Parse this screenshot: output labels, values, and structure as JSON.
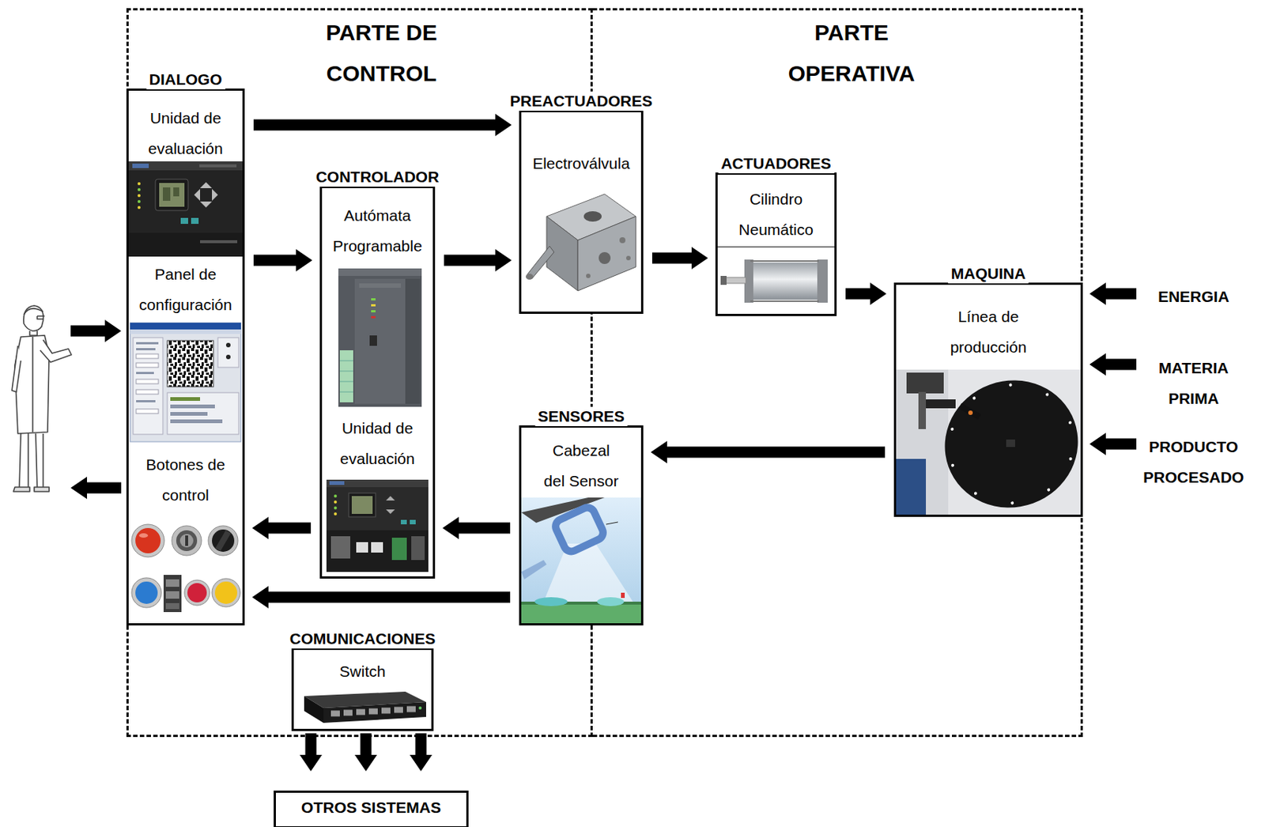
{
  "diagram": {
    "nodes": [
      {
        "text": [
          "PARTE DE CONTROL"
        ]
      },
      {
        "text": [
          "PARTE OPERATIVA"
        ]
      },
      {
        "text": [
          "DIALOGO",
          "Unidad de evaluación",
          "Panel de configuración",
          "Botones de control"
        ],
        "in": 0
      },
      {
        "text": [
          "CONTROLADOR",
          "Autómata Programable",
          "Unidad de evaluación"
        ],
        "in": 0
      },
      {
        "text": [
          "PREACTUADORES",
          "Electroválvula"
        ]
      },
      {
        "text": [
          "ACTUADORES",
          "Cilindro Neumático"
        ],
        "in": 1
      },
      {
        "text": [
          "MAQUINA",
          "Línea de producción"
        ],
        "in": 1
      },
      {
        "text": [
          "SENSORES",
          "Cabezal del Sensor"
        ]
      },
      {
        "text": [
          "COMUNICACIONES",
          "Switch"
        ],
        "in": 0
      },
      {
        "text": [
          "OTROS SISTEMAS"
        ]
      }
    ],
    "edges": [
      {
        "from": 2,
        "to": 4,
        "arrow": "to"
      },
      {
        "from": 2,
        "to": 3,
        "arrow": "to"
      },
      {
        "from": 3,
        "to": 4,
        "arrow": "to"
      },
      {
        "from": 4,
        "to": 5,
        "arrow": "to"
      },
      {
        "from": 5,
        "to": 6,
        "arrow": "to"
      },
      {
        "from": 6,
        "to": 7,
        "arrow": "to"
      },
      {
        "from": 7,
        "to": 3,
        "arrow": "to"
      },
      {
        "from": 3,
        "to": 2,
        "arrow": "to"
      },
      {
        "from": 7,
        "to": 2,
        "arrow": "to"
      },
      {
        "from": 8,
        "to": 9,
        "arrow": "to"
      },
      {
        "from": 8,
        "to": 9,
        "arrow": "to"
      },
      {
        "from": 8,
        "to": 9,
        "arrow": "to"
      }
    ],
    "labels": [
      "ENERGIA",
      "MATERIA PRIMA",
      "PRODUCTO PROCESADO"
    ]
  }
}
